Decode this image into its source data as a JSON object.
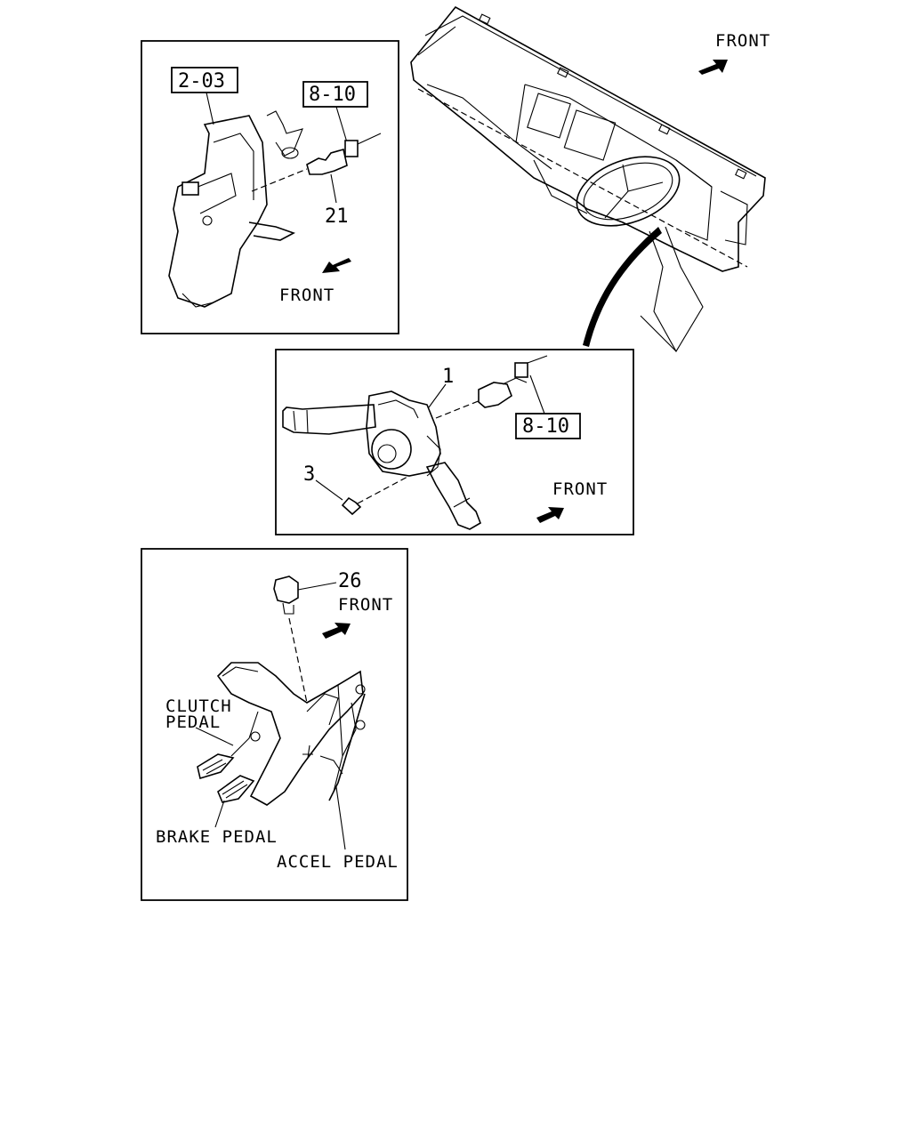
{
  "labels": {
    "front_top_right": "FRONT",
    "front_panel_a": "FRONT",
    "front_panel_b": "FRONT",
    "front_panel_c": "FRONT",
    "clutch_pedal_line1": "CLUTCH",
    "clutch_pedal_line2": "PEDAL",
    "brake_pedal": "BRAKE PEDAL",
    "accel_pedal": "ACCEL PEDAL"
  },
  "part_numbers": {
    "p21": "21",
    "p1": "1",
    "p3": "3",
    "p26": "26"
  },
  "references": {
    "ref_203": "2-03",
    "ref_810_a": "8-10",
    "ref_810_b": "8-10"
  }
}
